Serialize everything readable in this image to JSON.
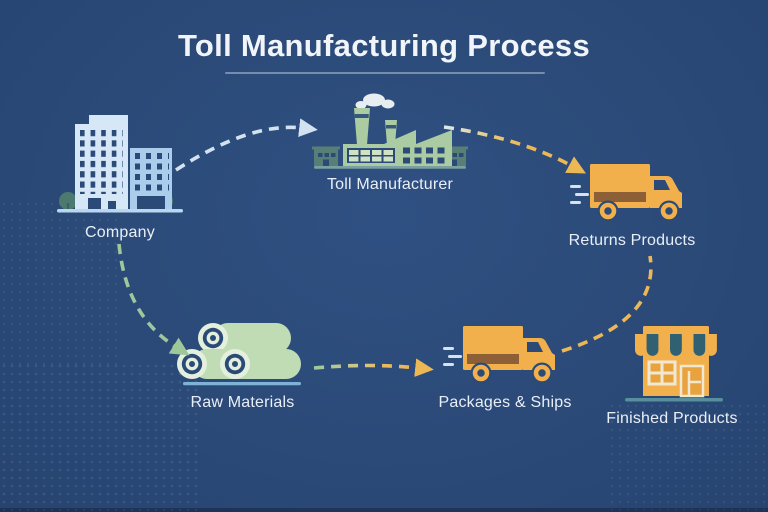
{
  "title": {
    "text": "Toll Manufacturing Process"
  },
  "nodes": [
    {
      "id": "company",
      "label": "Company",
      "icon": "office-buildings-icon"
    },
    {
      "id": "toll-manufacturer",
      "label": "Toll Manufacturer",
      "icon": "factory-icon"
    },
    {
      "id": "returns-products",
      "label": "Returns Products",
      "icon": "delivery-truck-icon"
    },
    {
      "id": "raw-materials",
      "label": "Raw Materials",
      "icon": "material-rolls-icon"
    },
    {
      "id": "packages-ships",
      "label": "Packages & Ships",
      "icon": "delivery-truck-icon"
    },
    {
      "id": "finished-products",
      "label": "Finished Products",
      "icon": "storefront-icon"
    }
  ],
  "edges": [
    {
      "from": "company",
      "to": "toll-manufacturer",
      "style": "dashed-curve",
      "color": "#d3e2f0"
    },
    {
      "from": "toll-manufacturer",
      "to": "returns-products",
      "style": "dashed-curve",
      "color": "#ecb855"
    },
    {
      "from": "company",
      "to": "raw-materials",
      "style": "dashed-curve",
      "color": "#9fc79a"
    },
    {
      "from": "raw-materials",
      "to": "packages-ships",
      "style": "dashed-line",
      "color": "#ecb855"
    },
    {
      "from": "packages-ships",
      "to": "returns-products",
      "style": "dashed-curve",
      "color": "#ecb855"
    }
  ],
  "colors": {
    "background": "#2b4a78",
    "title_text": "#f1f5fa",
    "label_text": "#e9eff7",
    "accent_yellow": "#f2b04d",
    "accent_brown": "#8d5f36",
    "accent_green": "#abcba2",
    "accent_light_blue": "#d6e8f8",
    "accent_teal": "#2f6173",
    "window_navy": "#2b4a78"
  }
}
